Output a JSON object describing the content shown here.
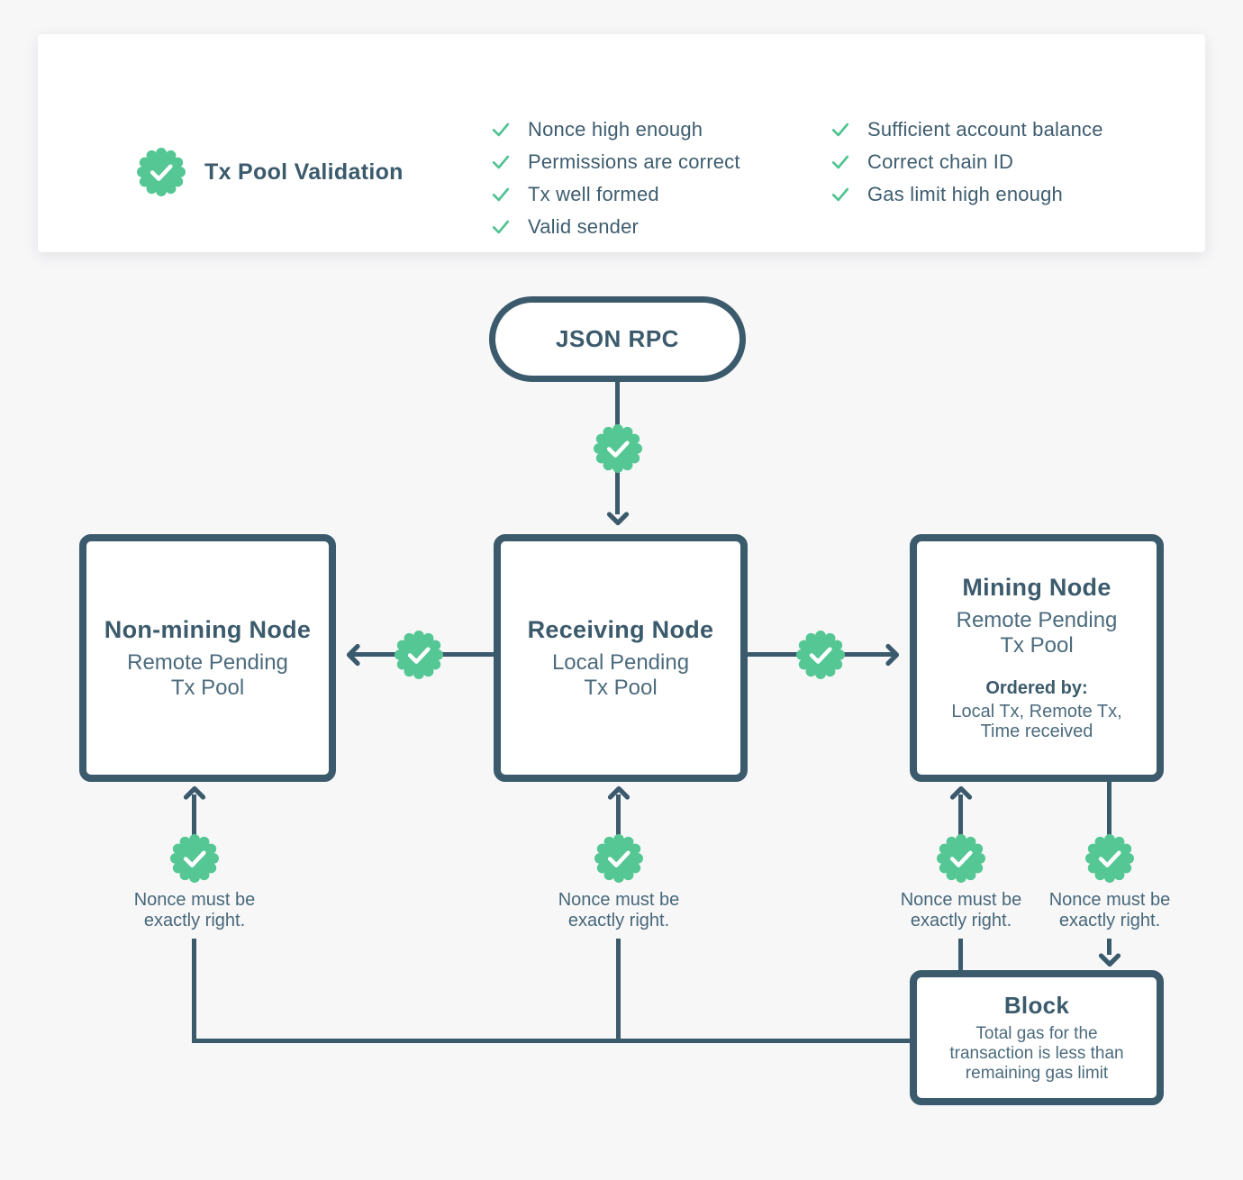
{
  "colors": {
    "slate": "#3b5a6c",
    "slate_soft": "#4c6b7d",
    "green": "#54c794",
    "page_bg": "#f7f7f8",
    "card_bg": "#ffffff"
  },
  "validation_card": {
    "badge_icon": "seal-check",
    "title": "Tx Pool Validation",
    "checklist_col1": [
      "Nonce high enough",
      "Permissions are correct",
      "Tx well formed",
      "Valid sender"
    ],
    "checklist_col2": [
      "Sufficient account balance",
      "Correct chain ID",
      "Gas limit high enough"
    ]
  },
  "flowchart": {
    "json_rpc_label": "JSON RPC",
    "non_mining": {
      "title": "Non-mining Node",
      "subtitle": "Remote Pending\nTx Pool"
    },
    "receiving": {
      "title": "Receiving Node",
      "subtitle": "Local Pending\nTx Pool"
    },
    "mining": {
      "title": "Mining Node",
      "subtitle": "Remote Pending\nTx Pool",
      "ordered_by_label": "Ordered by:",
      "ordered_by_text": "Local Tx, Remote Tx,\nTime received"
    },
    "block": {
      "title": "Block",
      "body": "Total gas for the transaction is less than remaining gas limit"
    },
    "nonce_note": "Nonce must be exactly right."
  }
}
